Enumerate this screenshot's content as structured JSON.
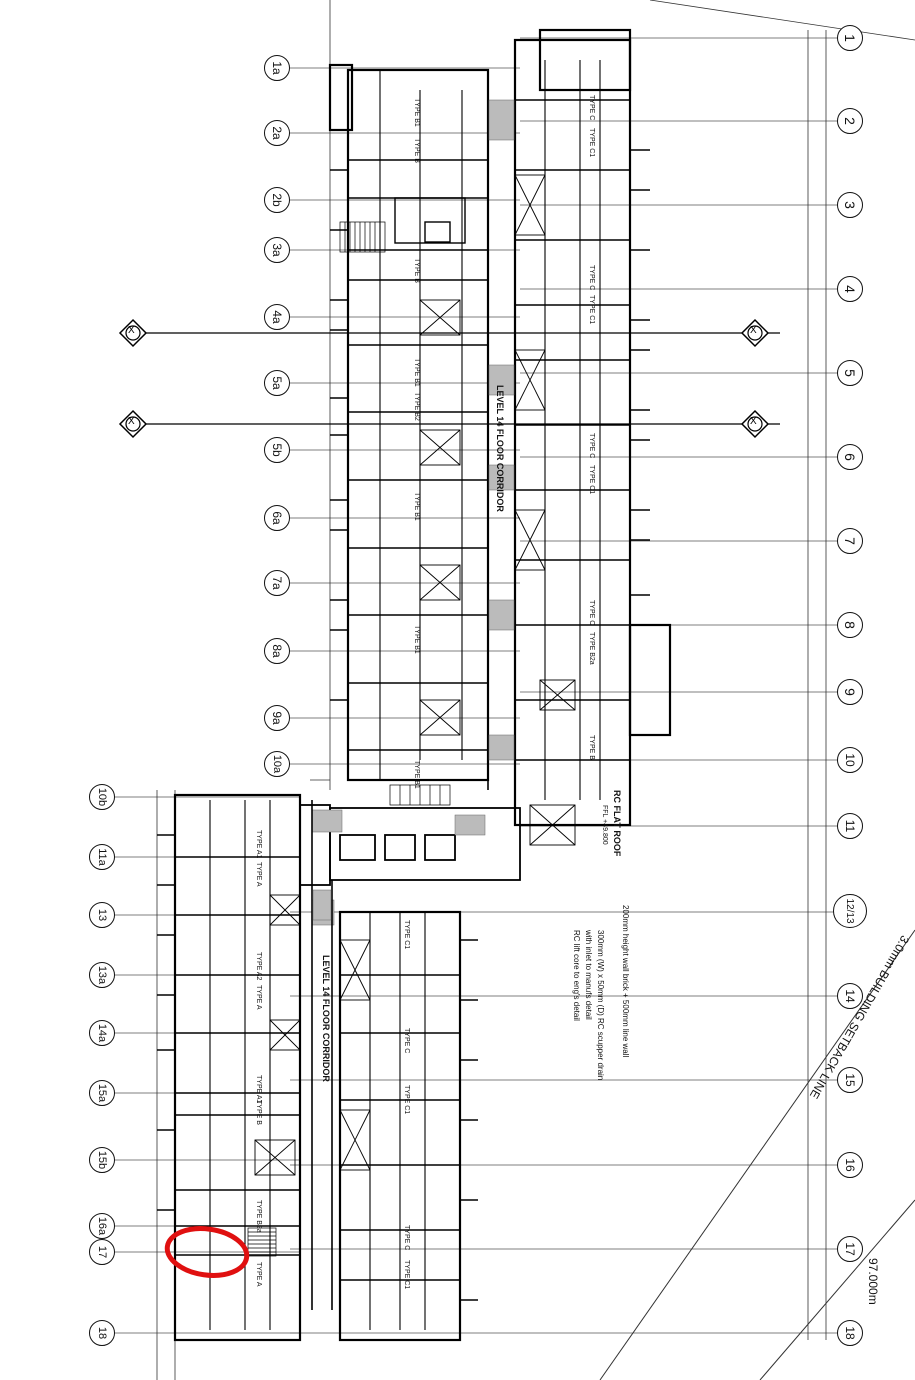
{
  "grid_right": [
    "1",
    "2",
    "3",
    "4",
    "5",
    "6",
    "7",
    "8",
    "9",
    "10",
    "11",
    "12/13",
    "14",
    "15",
    "16",
    "17",
    "18"
  ],
  "grid_left_upper": [
    "1a",
    "2a",
    "2b",
    "3a",
    "4a",
    "5a",
    "5b",
    "6a",
    "7a",
    "8a",
    "9a",
    "10a"
  ],
  "grid_left_lower": [
    "10b",
    "11a",
    "13",
    "13a",
    "14a",
    "15a",
    "15b",
    "16a",
    "17",
    "18"
  ],
  "section_marks": [
    "X",
    "X",
    "X",
    "X"
  ],
  "corridor_upper": "LEVEL 14 FLOOR CORRIDOR",
  "corridor_lower": "LEVEL 14 FLOOR CORRIDOR",
  "roof_label": "RC FLAT ROOF",
  "roof_sub": "FFL +49.800",
  "notes": [
    "200mm height wall brick + 500mm line wall",
    "300mm (W) x 50mm (D) RC scupper drain",
    "with inlet to manufs detail",
    "RC lift core to eng's detail"
  ],
  "setback_label": "3.0mm BUILDING SETBACK LINE",
  "dimension_label": "97.000m",
  "unit_types": [
    "TYPE B1",
    "TYPE B",
    "TYPE C",
    "TYPE C1",
    "TYPE B2",
    "TYPE B2a",
    "TYPE A",
    "TYPE A1",
    "TYPE A2"
  ],
  "annotation_color": "#e01010"
}
